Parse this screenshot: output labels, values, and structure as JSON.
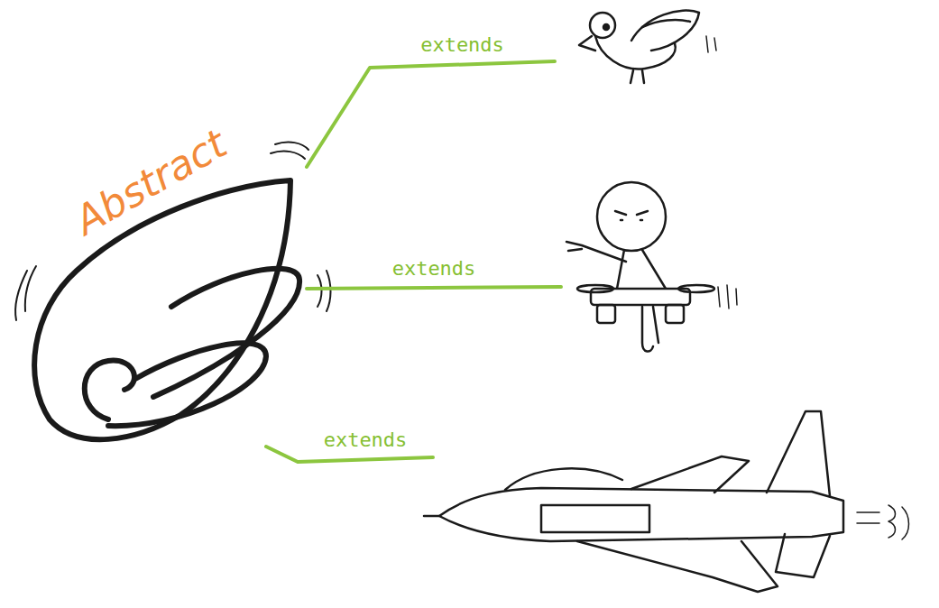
{
  "diagram": {
    "nodes": [
      {
        "text": [
          "Abstract"
        ]
      },
      {
        "text": []
      },
      {
        "text": []
      },
      {
        "text": []
      }
    ],
    "edges": [
      {
        "from": 0,
        "to": 1,
        "label": "extends",
        "arrow": "none"
      },
      {
        "from": 0,
        "to": 2,
        "label": "extends",
        "arrow": "none"
      },
      {
        "from": 0,
        "to": 3,
        "label": "extends",
        "arrow": "none"
      }
    ]
  }
}
